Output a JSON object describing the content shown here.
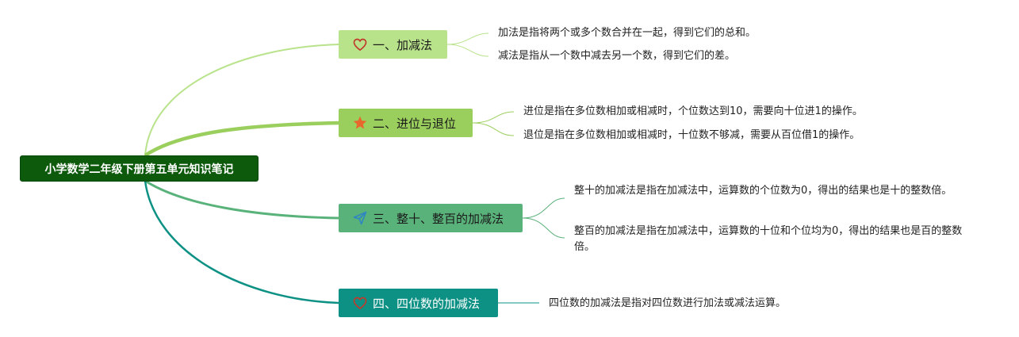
{
  "root": {
    "label": "小学数学二年级下册第五单元知识笔记"
  },
  "branches": [
    {
      "label": "一、加减法",
      "icon": "heart-icon",
      "color": "#b9e38b",
      "leaves": [
        "加法是指将两个或多个数合并在一起，得到它们的总和。",
        "减法是指从一个数中减去另一个数，得到它们的差。"
      ]
    },
    {
      "label": "二、进位与退位",
      "icon": "star-icon",
      "color": "#9bcf5d",
      "leaves": [
        "进位是指在多位数相加或相减时，个位数达到10，需要向十位进1的操作。",
        "退位是指在多位数相加或相减时，十位数不够减，需要从百位借1的操作。"
      ]
    },
    {
      "label": "三、整十、整百的加减法",
      "icon": "paper-plane-icon",
      "color": "#5ab27b",
      "leaves": [
        "整十的加减法是指在加减法中，运算数的个位数为0，得出的结果也是十的整数倍。",
        "整百的加减法是指在加减法中，运算数的十位和个位均为0，得出的结果也是百的整数倍。"
      ]
    },
    {
      "label": "四、四位数的加减法",
      "icon": "heart-icon",
      "color": "#0e9185",
      "leaves": [
        "四位数的加减法是指对四位数进行加法或减法运算。"
      ]
    }
  ]
}
